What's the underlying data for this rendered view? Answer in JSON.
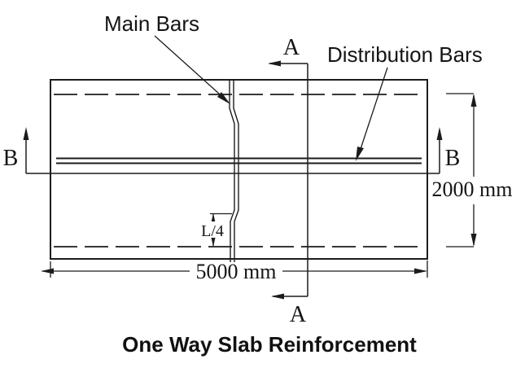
{
  "diagram": {
    "title": "One Way Slab Reinforcement",
    "annotations": {
      "main_bars": "Main Bars",
      "distribution_bars": "Distribution Bars"
    },
    "sections": {
      "a_top": "A",
      "a_bottom": "A",
      "b_left": "B",
      "b_right": "B"
    },
    "dimensions": {
      "slab_length": "5000 mm",
      "slab_width": "2000 mm",
      "crank_offset": "L/4"
    },
    "colors": {
      "line": "#1c1c1c",
      "background": "#ffffff"
    }
  }
}
